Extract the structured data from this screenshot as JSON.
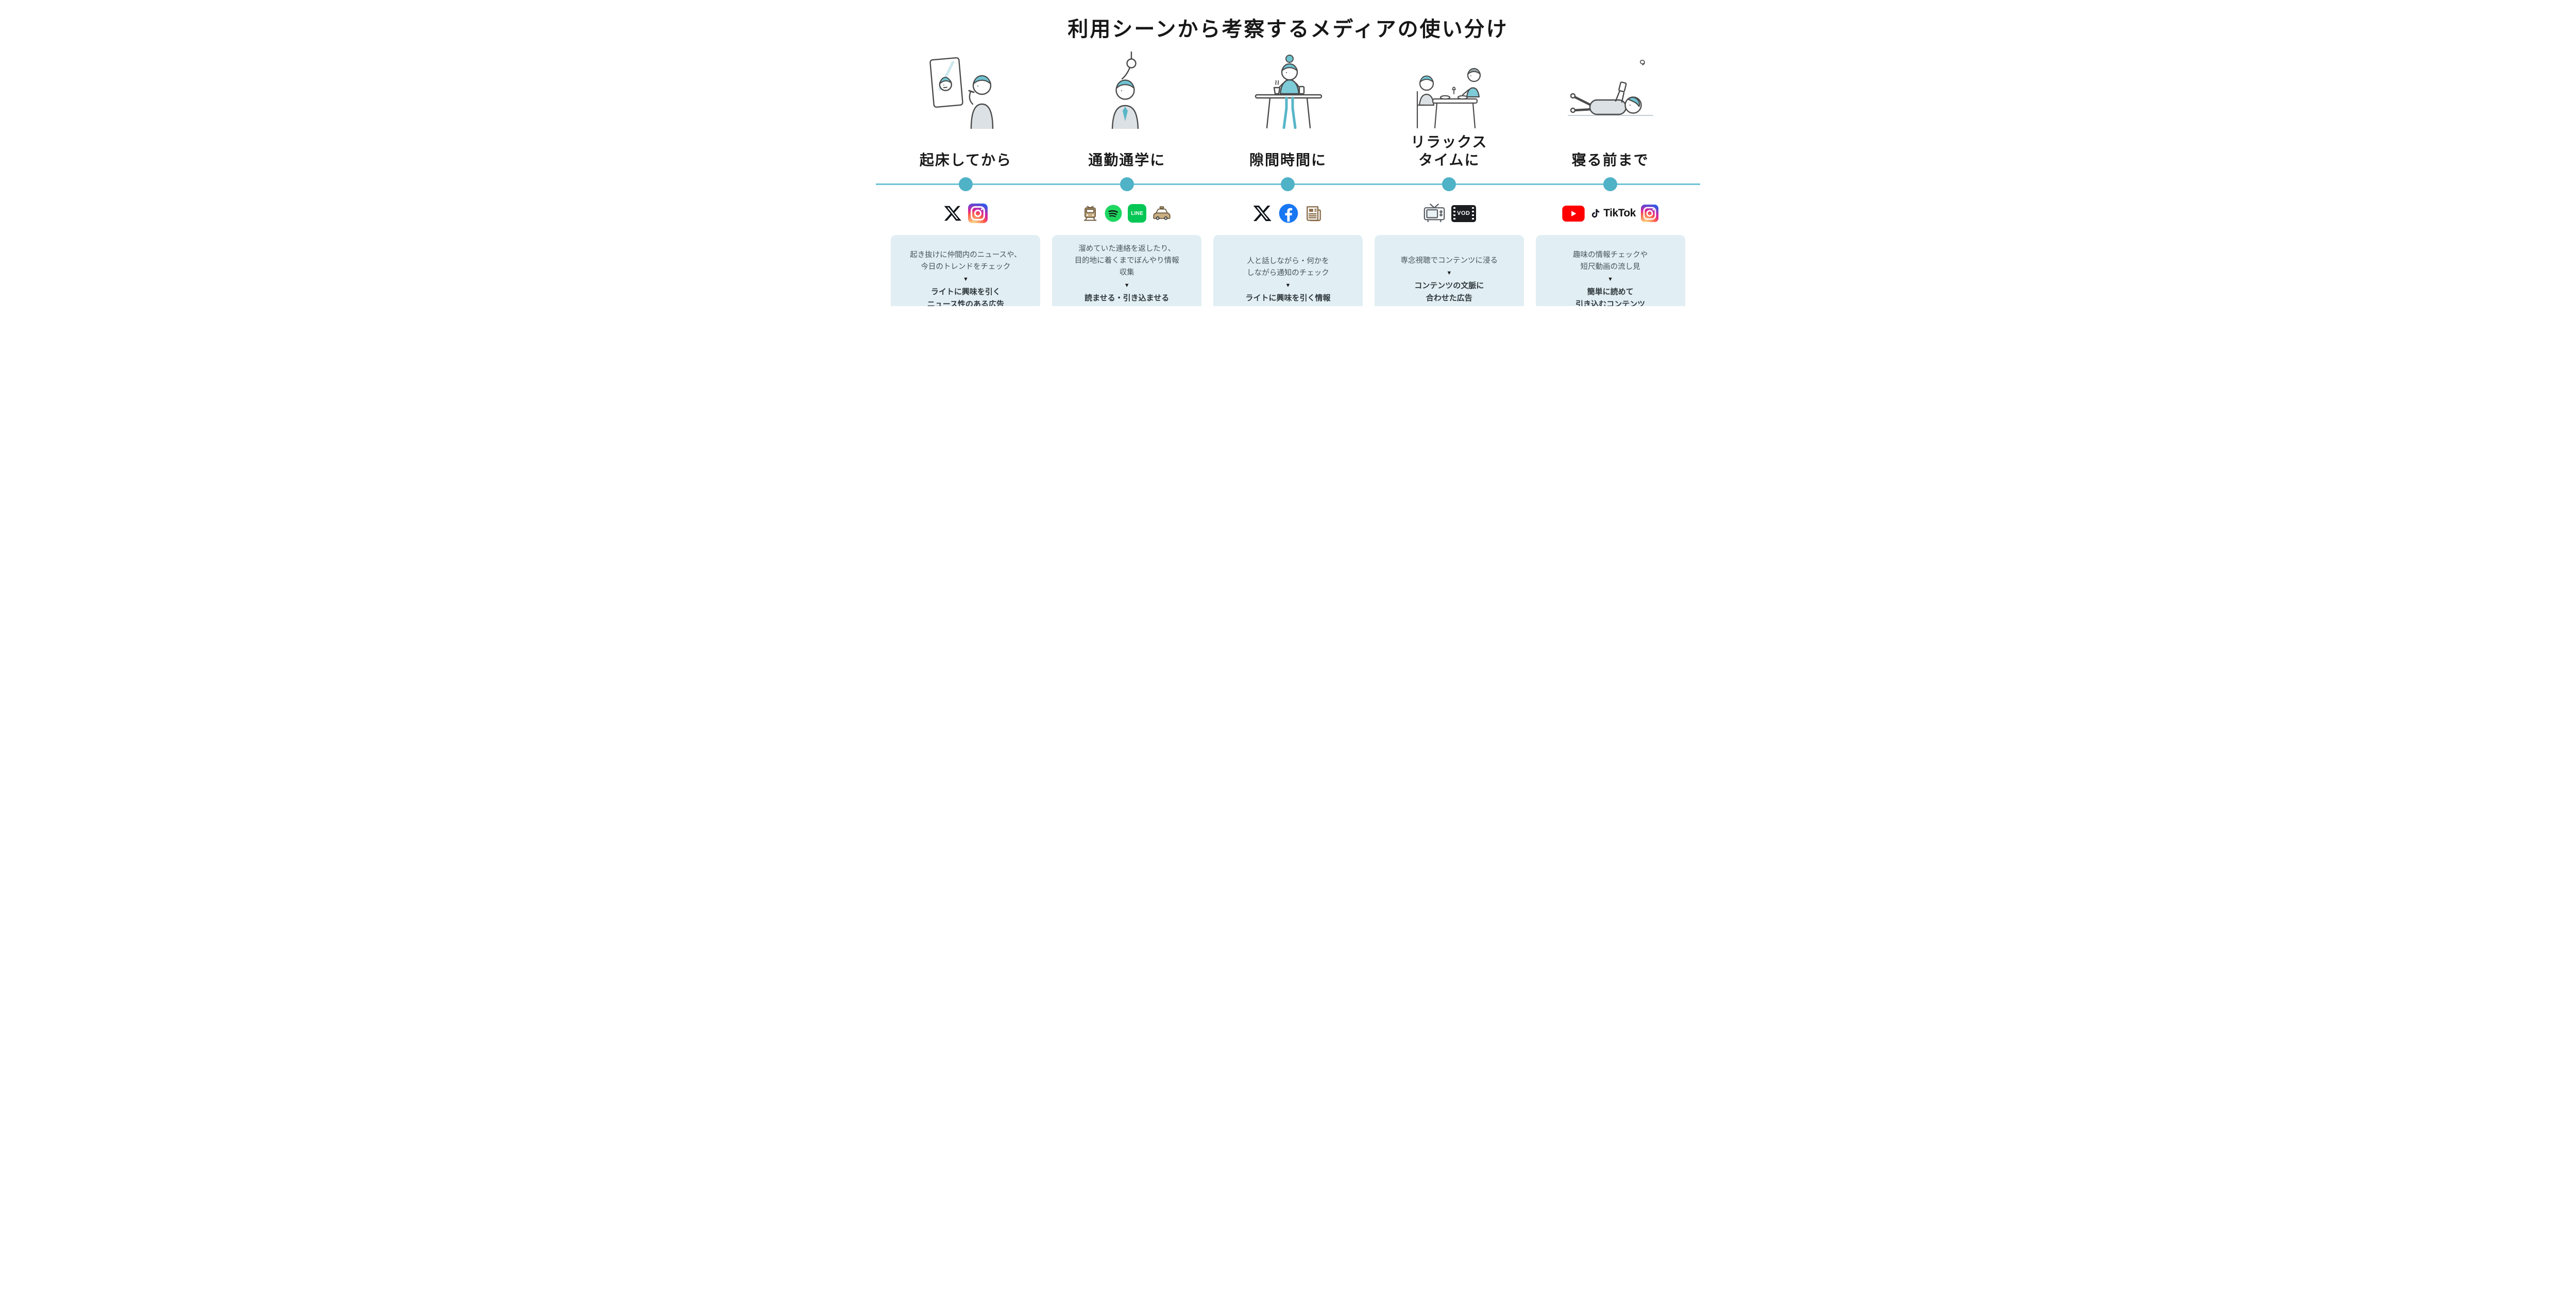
{
  "title": "利用シーンから考察するメディアの使い分け",
  "palette": {
    "timeline_line": "#6cc3d4",
    "timeline_dot": "#4fb2c7",
    "box_background": "#e1eef3",
    "accent_teal": "#6fc3d1"
  },
  "icon_labels": {
    "line": "LINE",
    "vod": "VOD",
    "tiktok": "TikTok"
  },
  "columns": [
    {
      "scene": "起床してから",
      "illustration": "waking-up-brushing-teeth-at-mirror",
      "icons": [
        "x",
        "instagram"
      ],
      "box": {
        "description": "起き抜けに仲間内のニュースや、\n今日のトレンドをチェック",
        "arrow": "▼",
        "conclusion": "ライトに興味を引く\nニュース性のある広告"
      }
    },
    {
      "scene": "通勤通学に",
      "illustration": "commuter-holding-train-strap",
      "icons": [
        "train",
        "spotify",
        "line",
        "taxi"
      ],
      "box": {
        "description": "溜めていた連絡を返したり、\n目的地に着くまでぼんやり情報\n収集",
        "arrow": "▼",
        "conclusion": "読ませる・引き込ませる\nコンテンツで時間を奪う"
      }
    },
    {
      "scene": "隙間時間に",
      "illustration": "person-at-table-with-coffee-and-phone",
      "icons": [
        "x",
        "facebook",
        "news"
      ],
      "box": {
        "description": "人と話しながら・何かを\nしながら通知のチェック",
        "arrow": "▼",
        "conclusion": "ライトに興味を引く情報"
      }
    },
    {
      "scene": "リラックス\nタイムに",
      "illustration": "family-at-dinner-table",
      "icons": [
        "tv",
        "vod"
      ],
      "box": {
        "description": "専念視聴でコンテンツに浸る",
        "arrow": "▼",
        "conclusion": "コンテンツの文脈に\n合わせた広告"
      }
    },
    {
      "scene": "寝る前まで",
      "illustration": "person-lying-down-with-phone",
      "icons": [
        "youtube",
        "tiktok",
        "instagram"
      ],
      "box": {
        "description": "趣味の情報チェックや\n短尺動画の流し見",
        "arrow": "▼",
        "conclusion": "簡単に読めて\n引き込むコンテンツ"
      }
    }
  ]
}
